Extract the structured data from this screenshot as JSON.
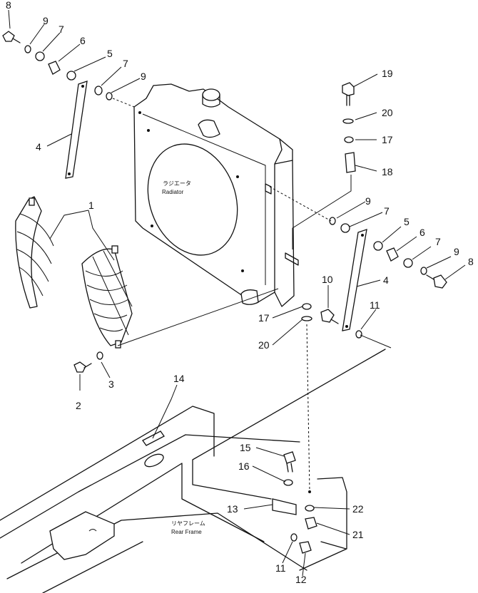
{
  "radiator": {
    "label_jp": "ラジエータ",
    "label_en": "Radiator"
  },
  "rear_frame": {
    "label_jp": "リヤフレーム",
    "label_en": "Rear Frame"
  },
  "callouts": {
    "c1": "1",
    "c2": "2",
    "c3": "3",
    "c4a": "4",
    "c4b": "4",
    "c5a": "5",
    "c5b": "5",
    "c6a": "6",
    "c6b": "6",
    "c7a": "7",
    "c7b": "7",
    "c7c": "7",
    "c7d": "7",
    "c8a": "8",
    "c8b": "8",
    "c9a": "9",
    "c9b": "9",
    "c9c": "9",
    "c9d": "9",
    "c10": "10",
    "c11a": "11",
    "c11b": "11",
    "c12": "12",
    "c13": "13",
    "c14": "14",
    "c15": "15",
    "c16": "16",
    "c17a": "17",
    "c17b": "17",
    "c18": "18",
    "c19": "19",
    "c20a": "20",
    "c20b": "20",
    "c21": "21",
    "c22": "22"
  }
}
